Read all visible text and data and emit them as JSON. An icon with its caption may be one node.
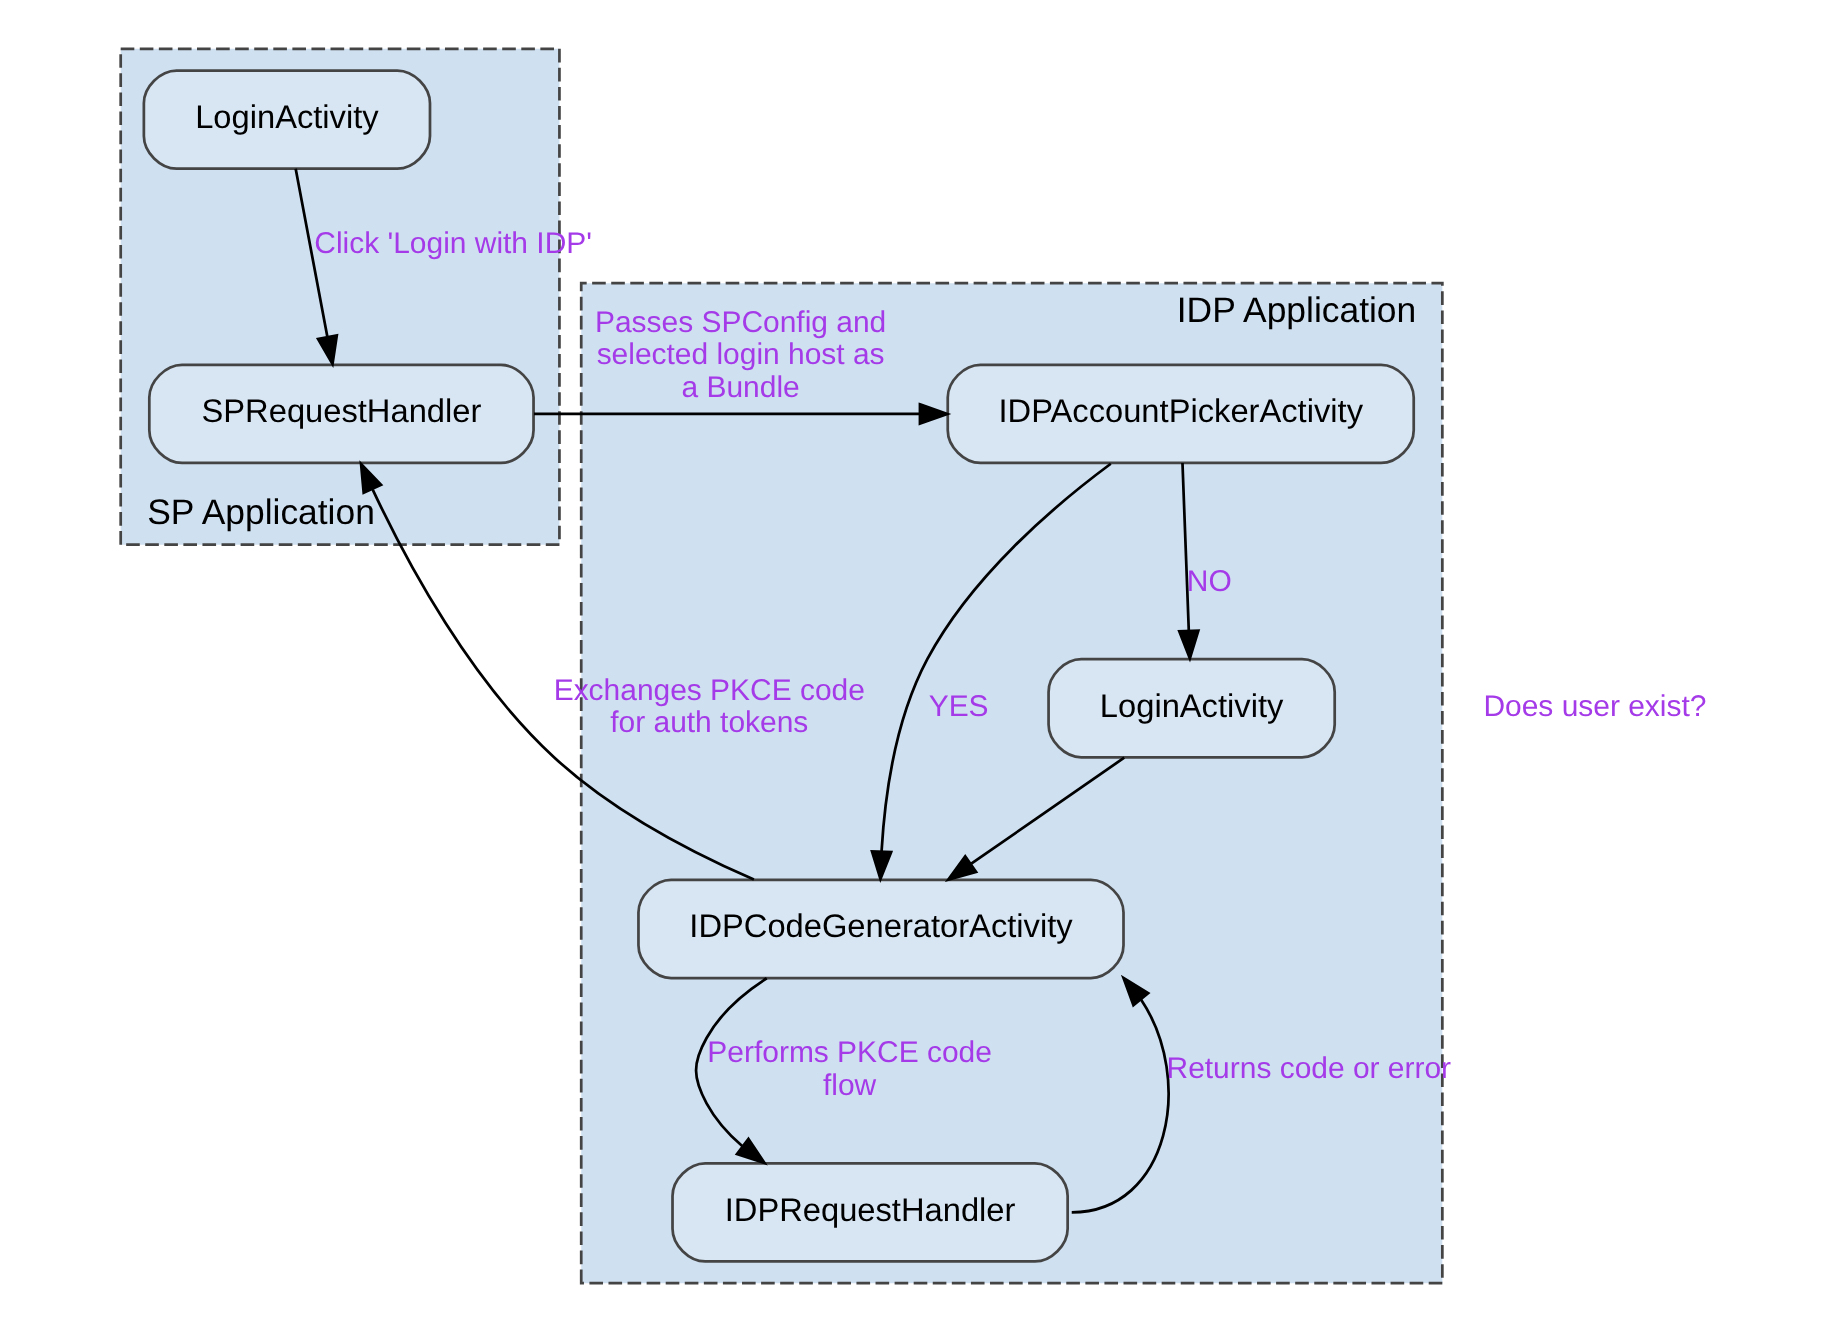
{
  "diagram": {
    "nodes": [
      {
        "text": [
          "SP Application"
        ]
      },
      {
        "text": [
          "LoginActivity"
        ],
        "in": 0
      },
      {
        "text": [
          "SPRequestHandler"
        ],
        "in": 0
      },
      {
        "text": [
          "IDP Application"
        ]
      },
      {
        "text": [
          "IDPAccountPickerActivity"
        ],
        "in": 3
      },
      {
        "text": [
          "IDPCodeGeneratorActivity"
        ],
        "in": 3
      },
      {
        "text": [
          "LoginActivity"
        ],
        "in": 3
      },
      {
        "text": [
          "IDPRequestHandler"
        ],
        "in": 3
      }
    ],
    "edges": [
      {
        "from": 1,
        "to": 2,
        "arrow": "to",
        "label": "Click 'Login with IDP'"
      },
      {
        "from": 2,
        "to": 4,
        "arrow": "to",
        "label": "Passes SPConfig and selected login host as a Bundle"
      },
      {
        "from": 4,
        "to": 5,
        "arrow": "to",
        "label": "YES"
      },
      {
        "from": 4,
        "to": 6,
        "arrow": "to",
        "label": "NO"
      },
      {
        "from": 5,
        "to": 2,
        "arrow": "to",
        "label": "Exchanges PKCE code for auth tokens"
      },
      {
        "from": 6,
        "to": 5,
        "arrow": "to"
      },
      {
        "from": 5,
        "to": 7,
        "arrow": "to",
        "label": "Performs PKCE code flow"
      },
      {
        "from": 7,
        "to": 5,
        "arrow": "to",
        "label": "Returns code or error"
      }
    ],
    "labels": [
      "Does user exist?"
    ]
  }
}
